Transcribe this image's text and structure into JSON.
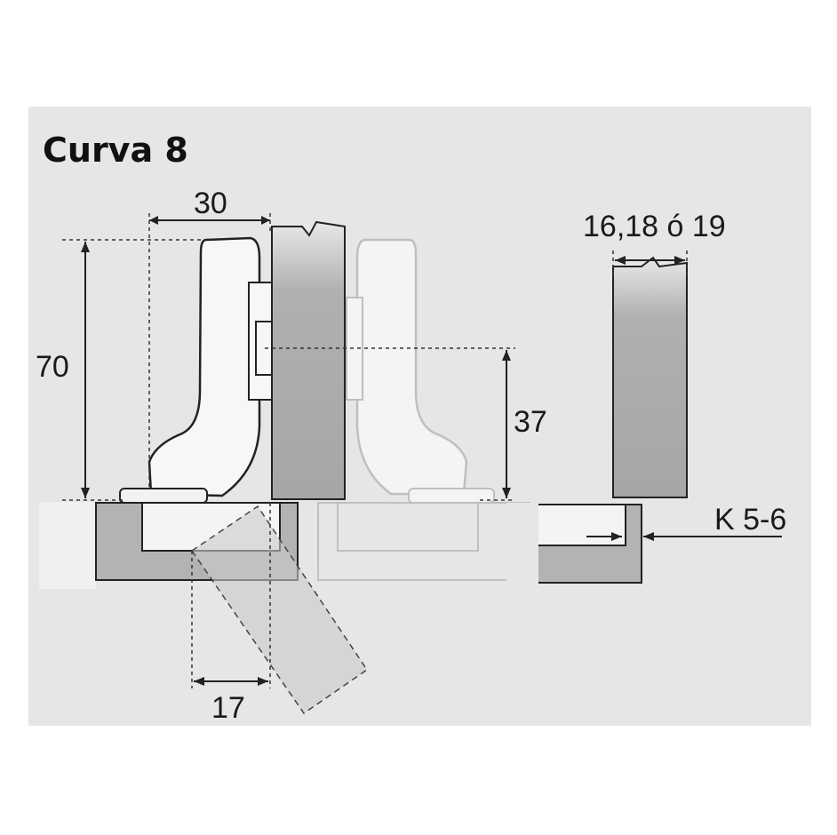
{
  "title": "Curva 8",
  "dimensions": {
    "width_30": "30",
    "height_70": "70",
    "height_37": "37",
    "offset_17": "17",
    "door_thickness": "16,18 ó 19",
    "k_distance": "K 5-6"
  },
  "colors": {
    "panel_background": "#e6e6e6",
    "door_grey": "#a9a9a9",
    "cabinet_grey": "#b3b3b3",
    "outline": "#222222"
  }
}
